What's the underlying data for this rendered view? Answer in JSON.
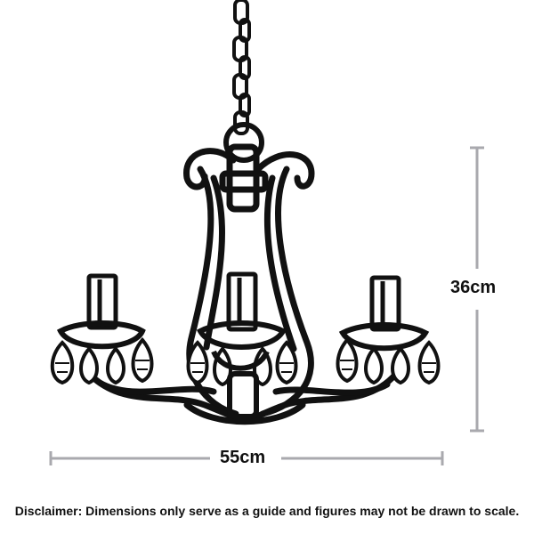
{
  "dimensions": {
    "height": "36cm",
    "width": "55cm"
  },
  "disclaimer": "Disclaimer: Dimensions only serve as a guide and figures may not be drawn to scale.",
  "colors": {
    "line_art": "#111111",
    "dimension_line": "#a9a9ae",
    "background": "#ffffff"
  },
  "illustration": "chandelier-icon"
}
